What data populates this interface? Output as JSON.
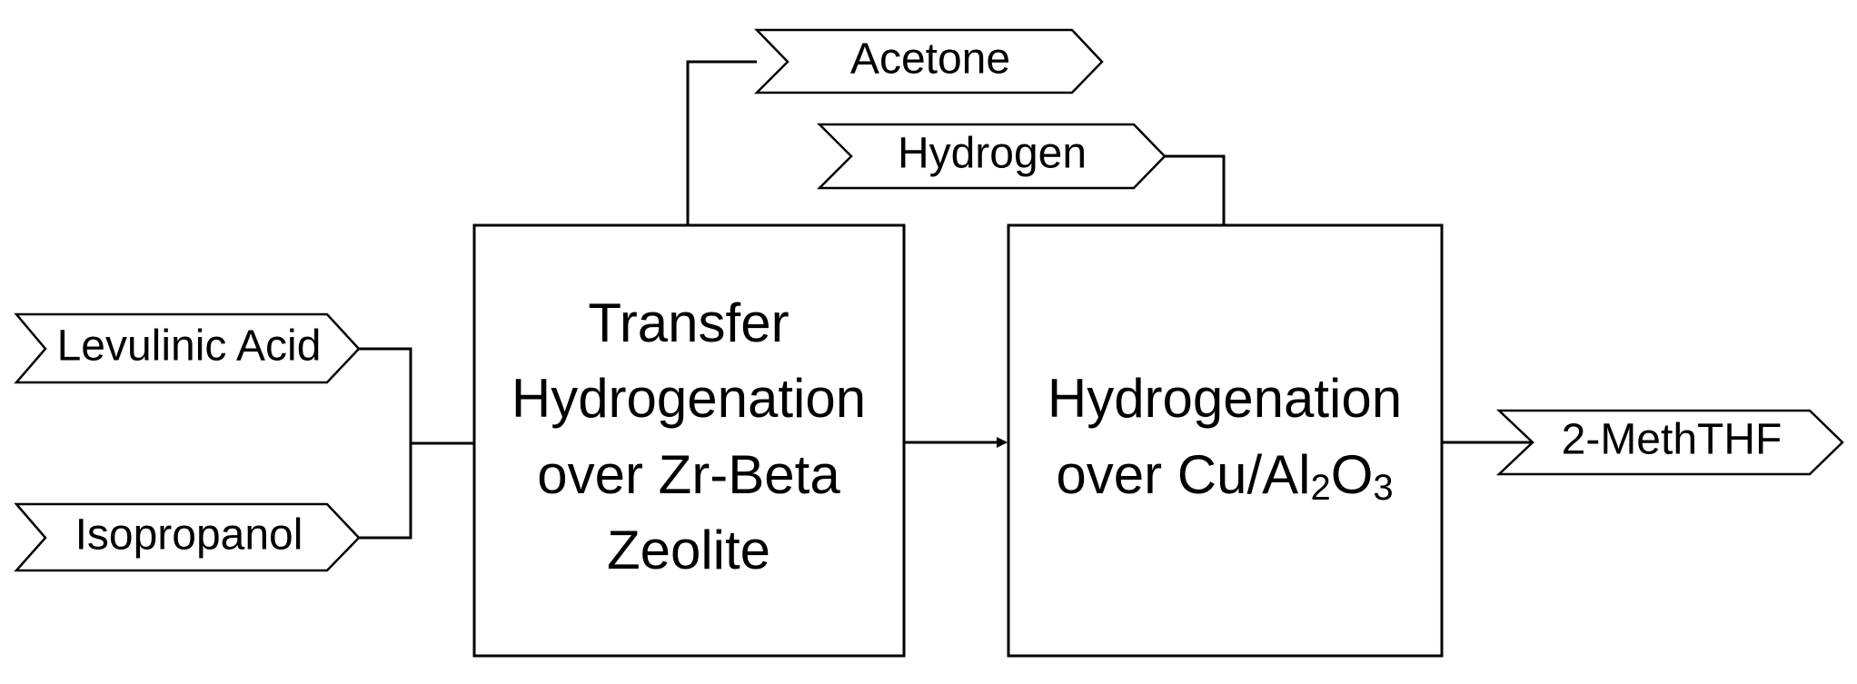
{
  "inputs": {
    "levulinic_acid": "Levulinic Acid",
    "isopropanol": "Isopropanol",
    "hydrogen": "Hydrogen"
  },
  "outputs": {
    "acetone": "Acetone",
    "product": "2-MethTHF"
  },
  "reactor1": {
    "lines": [
      "Transfer",
      "Hydrogenation",
      "over Zr-Beta",
      "Zeolite"
    ]
  },
  "reactor2": {
    "line1": "Hydrogenation",
    "line2_prefix": "over Cu/Al",
    "sub_2": "2",
    "line2_o": "O",
    "sub_3": "3"
  }
}
